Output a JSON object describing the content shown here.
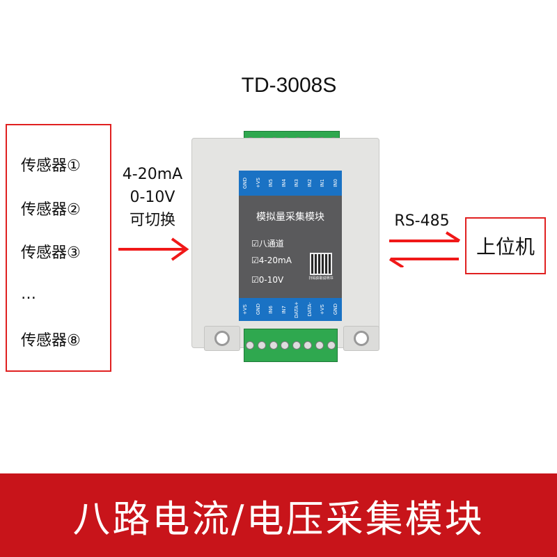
{
  "title": "TD-3008S",
  "sensors": [
    "传感器①",
    "传感器②",
    "传感器③",
    "…",
    "传感器⑧"
  ],
  "input_labels": [
    "4-20mA",
    "0-10V",
    "可切换"
  ],
  "protocol": "RS-485",
  "host": "上位机",
  "module": {
    "top_pins": [
      "GND",
      "+VS",
      "IN5",
      "IN4",
      "IN3",
      "IN2",
      "IN1",
      "IN0"
    ],
    "bottom_pins": [
      "+VS",
      "GND",
      "IN6",
      "IN7",
      "DATA+",
      "DATA-",
      "+VS",
      "GND"
    ],
    "name": "模拟量采集模块",
    "features": [
      "八通道",
      "4-20mA",
      "0-10V"
    ],
    "qr_caption": "扫码获取说明书",
    "check_icon": "checkbox-checked-icon"
  },
  "banner": "八路电流/电压采集模块",
  "colors": {
    "accent_red": "#e02020",
    "banner": "#c8141a",
    "panel_blue": "#1a72c4",
    "terminal_green": "#2fa84f"
  }
}
